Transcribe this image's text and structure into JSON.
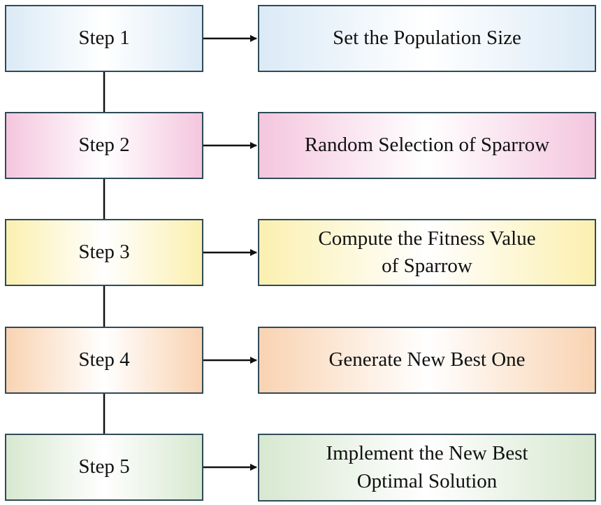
{
  "steps": [
    {
      "label": "Step 1",
      "description": "Set the Population Size",
      "color": "#dbeaf6"
    },
    {
      "label": "Step 2",
      "description": "Random Selection of Sparrow",
      "color": "#f4c6de"
    },
    {
      "label": "Step 3",
      "description": "Compute the Fitness Value\nof Sparrow",
      "color": "#fbf0b0"
    },
    {
      "label": "Step 4",
      "description": "Generate New Best One",
      "color": "#f9d3b2"
    },
    {
      "label": "Step 5",
      "description": "Implement the New Best\nOptimal Solution",
      "color": "#d7e8d0"
    }
  ],
  "colors": {
    "border": "#2f4b57",
    "arrow": "#111111"
  }
}
